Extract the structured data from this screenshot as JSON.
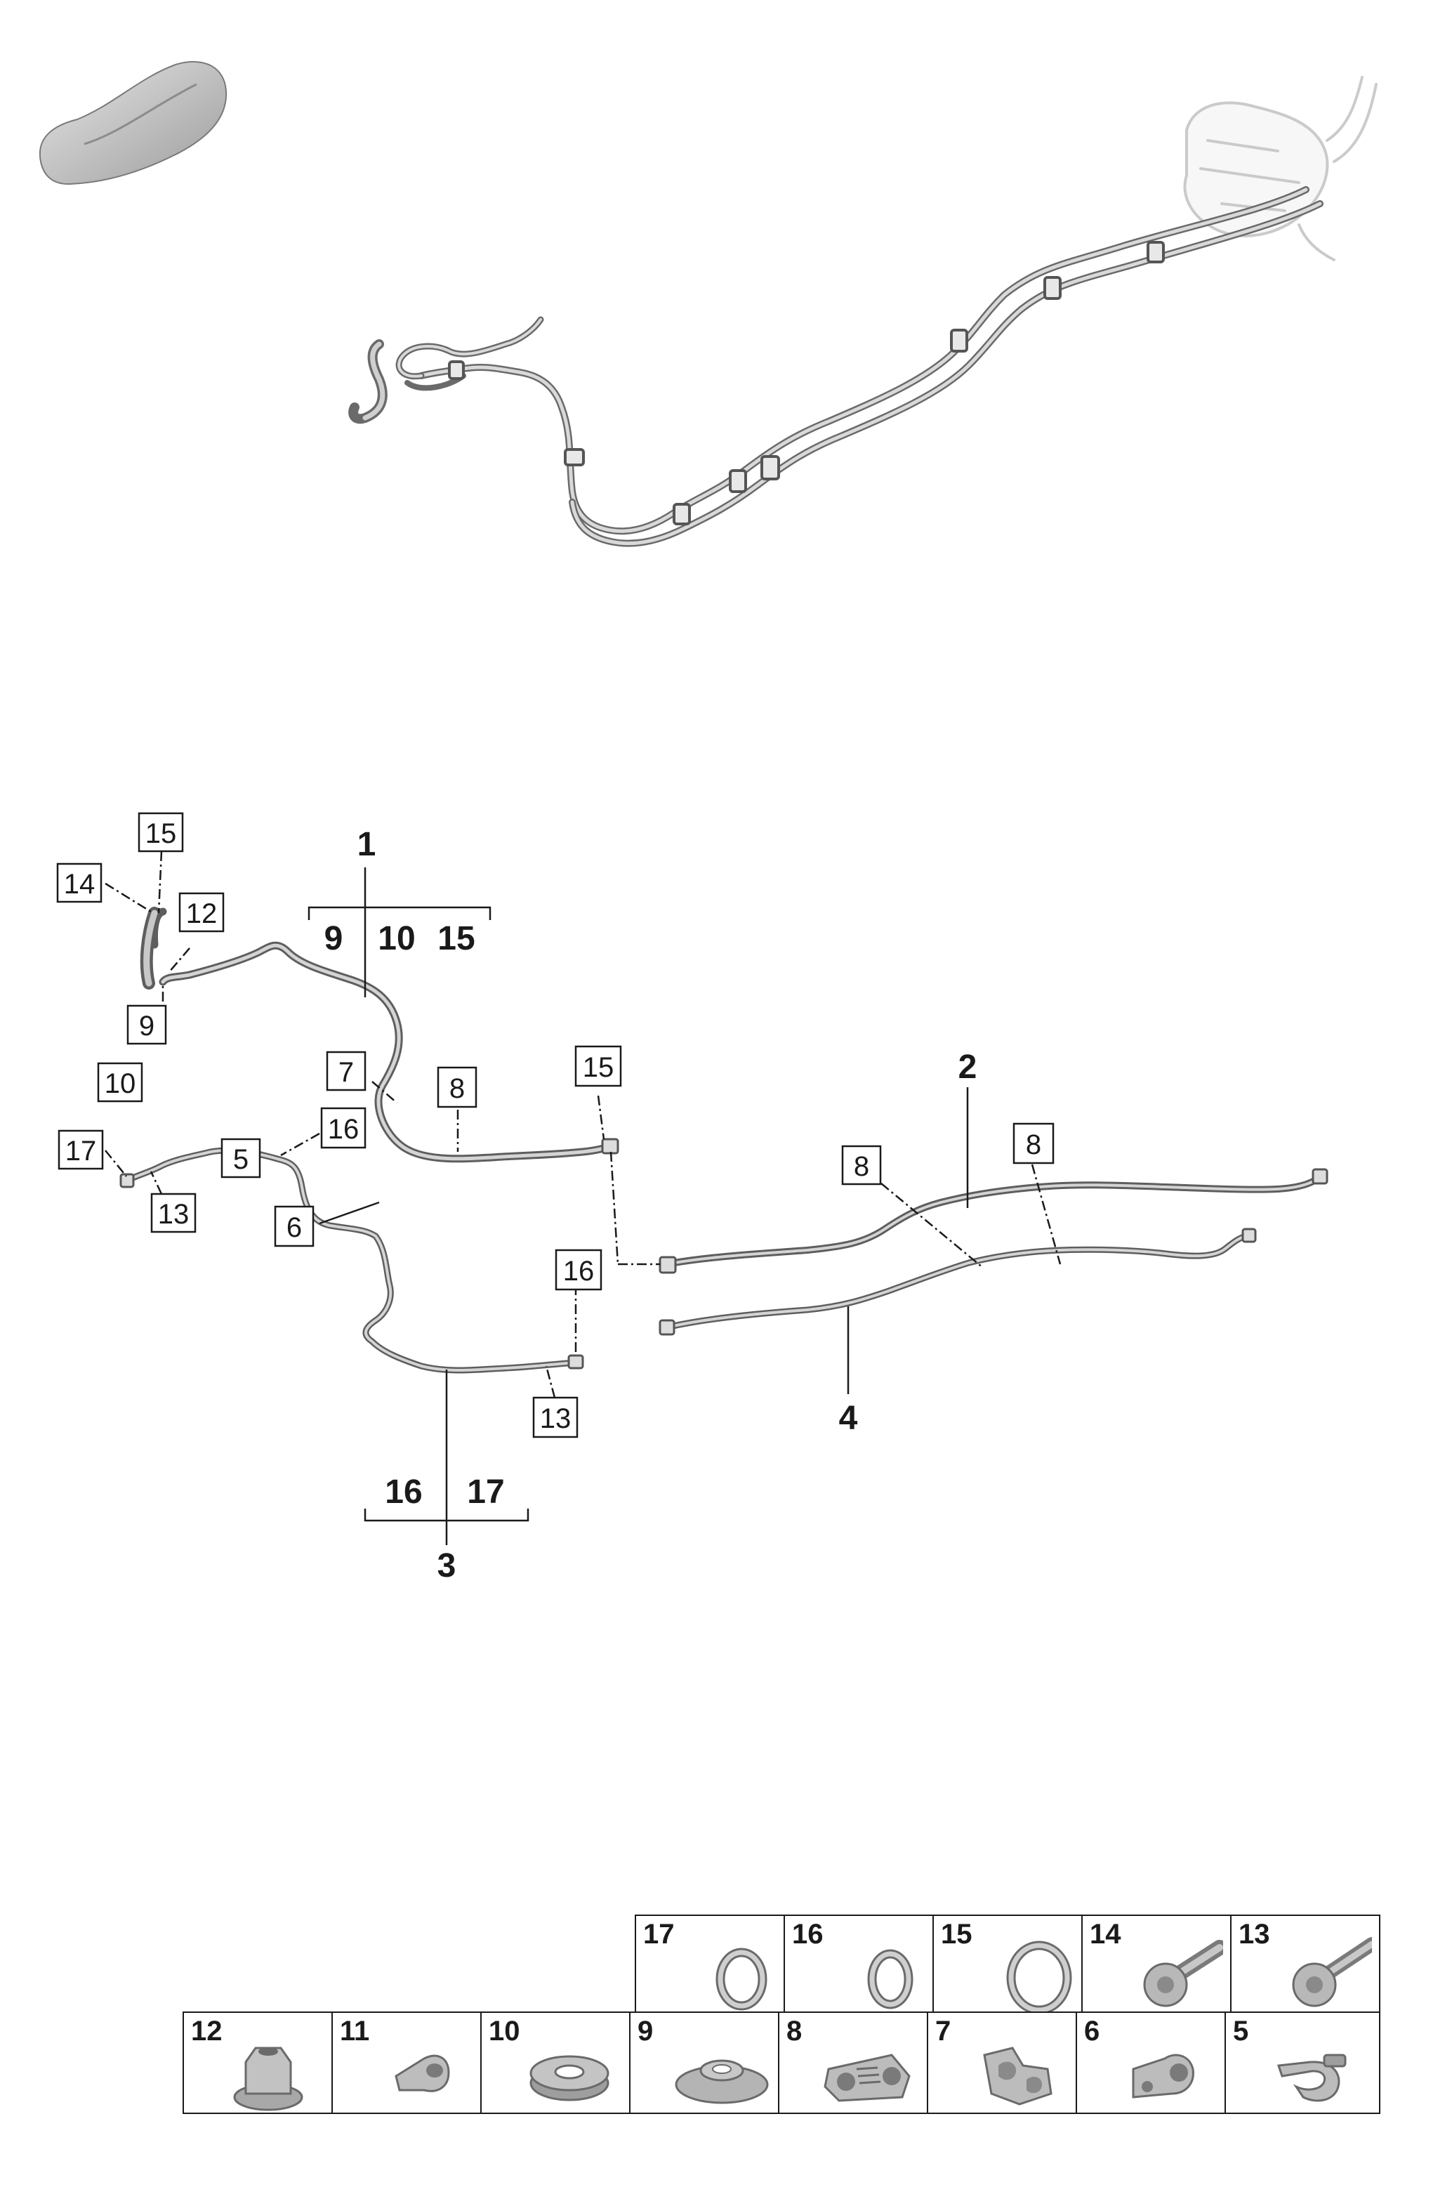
{
  "main_labels": {
    "part_1": "1",
    "part_2": "2",
    "part_3": "3",
    "part_4": "4",
    "group_1": [
      "9",
      "10",
      "15"
    ],
    "group_3": [
      "16",
      "17"
    ]
  },
  "callouts": {
    "c15_top": "15",
    "c14": "14",
    "c12": "12",
    "c9": "9",
    "c10": "10",
    "c7": "7",
    "c8_mid": "8",
    "c15_mid": "15",
    "c17": "17",
    "c16_left": "16",
    "c5": "5",
    "c13_left": "13",
    "c6": "6",
    "c16_mid": "16",
    "c13_bottom": "13",
    "c8_right_a": "8",
    "c8_right_b": "8"
  },
  "legend": {
    "top_row": [
      {
        "num": "17",
        "icon": "o-ring-icon"
      },
      {
        "num": "16",
        "icon": "o-ring-icon"
      },
      {
        "num": "15",
        "icon": "o-ring-large-icon"
      },
      {
        "num": "14",
        "icon": "bolt-icon"
      },
      {
        "num": "13",
        "icon": "bolt-icon"
      }
    ],
    "bottom_row": [
      {
        "num": "12",
        "icon": "hex-nut-icon"
      },
      {
        "num": "11",
        "icon": "clip-icon"
      },
      {
        "num": "10",
        "icon": "grommet-icon"
      },
      {
        "num": "9",
        "icon": "washer-icon"
      },
      {
        "num": "8",
        "icon": "pipe-holder-icon"
      },
      {
        "num": "7",
        "icon": "pipe-holder-icon"
      },
      {
        "num": "6",
        "icon": "bracket-icon"
      },
      {
        "num": "5",
        "icon": "clamp-icon"
      }
    ]
  },
  "colors": {
    "line": "#1a1a1a",
    "pipe": "#6f6f6f",
    "part_fill": "#bdbdbd"
  }
}
